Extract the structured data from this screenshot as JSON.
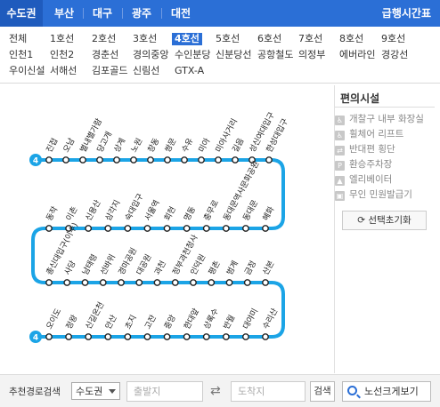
{
  "region_tabs": [
    "수도권",
    "부산",
    "대구",
    "광주",
    "대전"
  ],
  "express_link": "급행시간표",
  "lines": [
    [
      "전체",
      "1호선",
      "2호선",
      "3호선",
      "4호선",
      "5호선",
      "6호선",
      "7호선",
      "8호선",
      "9호선"
    ],
    [
      "인천1",
      "인천2",
      "경춘선",
      "경의중앙",
      "수인분당",
      "신분당선",
      "공항철도",
      "의정부",
      "에버라인",
      "경강선"
    ],
    [
      "우이신설",
      "서해선",
      "김포골드",
      "신림선",
      "GTX-A"
    ]
  ],
  "active_line": "4호선",
  "line_color": "#1ba4e6",
  "line_badge": "4",
  "row1_stations": [
    "진접",
    "오남",
    "별내별가람",
    "당고개",
    "상계",
    "노원",
    "창동",
    "쌍문",
    "수유",
    "미아",
    "미아사거리",
    "길음",
    "성신여대입구",
    "한성대입구"
  ],
  "row2_stations": [
    "동작",
    "이촌",
    "신용산",
    "삼각지",
    "숙대입구",
    "서울역",
    "회현",
    "명동",
    "충무로",
    "동대문역사문화공원",
    "동대문",
    "혜화"
  ],
  "row3_stations": [
    "총신대입구(이수)",
    "사당",
    "남태령",
    "선바위",
    "경마공원",
    "대공원",
    "과천",
    "정부과천청사",
    "인덕원",
    "평촌",
    "범계",
    "금정",
    "산본"
  ],
  "row4_stations": [
    "오이도",
    "정왕",
    "신길온천",
    "안산",
    "초지",
    "고잔",
    "중앙",
    "한대앞",
    "상록수",
    "반월",
    "대야미",
    "수리산"
  ],
  "panel": {
    "title": "편의시설",
    "facilities": [
      {
        "label": "개찰구 내부 화장실",
        "icon": "restroom-icon"
      },
      {
        "label": "휠체어 리프트",
        "icon": "wheelchair-lift-icon"
      },
      {
        "label": "반대편 횡단",
        "icon": "crossing-icon"
      },
      {
        "label": "환승주차장",
        "icon": "parking-icon"
      },
      {
        "label": "엘리베이터",
        "icon": "elevator-icon"
      },
      {
        "label": "무인 민원발급기",
        "icon": "kiosk-icon"
      }
    ],
    "reset": "선택초기화"
  },
  "bottom": {
    "route_label": "추천경로검색",
    "region_select": "수도권",
    "from_placeholder": "출발지",
    "to_placeholder": "도착지",
    "search": "검색",
    "bigmap": "노선크게보기"
  }
}
